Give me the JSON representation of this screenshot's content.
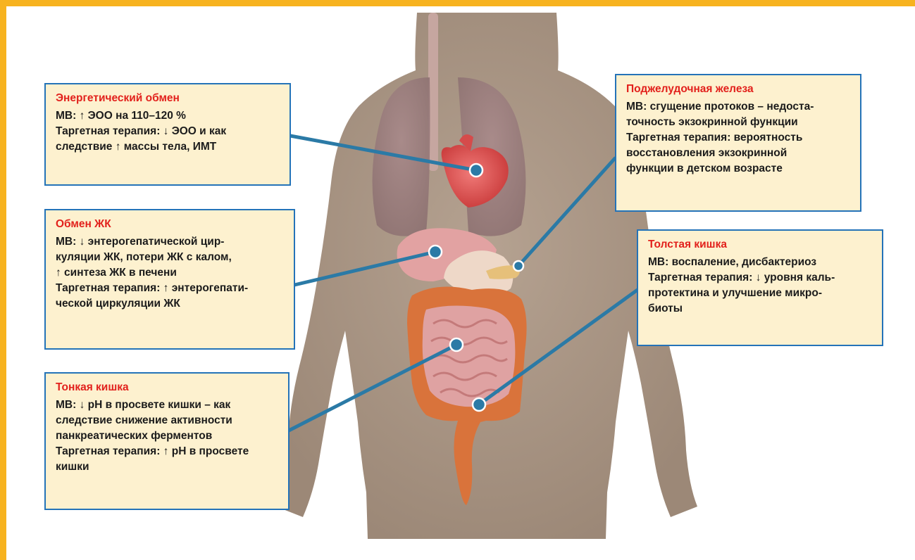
{
  "colors": {
    "frame": "#f7b31f",
    "box_fill": "#fdf1cf",
    "box_border": "#2473b8",
    "title": "#e2211c",
    "leader": "#2b7aa6",
    "skin": "#a89383"
  },
  "illustration": {
    "icon": "human-body-organs-illustration"
  },
  "boxes": {
    "energy": {
      "title": "Энергетический обмен",
      "text": "МВ: ↑ ЭОО на 110–120 %\nТаргетная терапия: ↓ ЭОО и как\nследствие ↑ массы тела, ИМТ"
    },
    "bile": {
      "title": "Обмен ЖК",
      "text": "МВ: ↓ энтерогепатической цир-\nкуляции ЖК, потери ЖК с калом,\n↑ синтеза ЖК в печени\nТаргетная терапия: ↑ энтерогепати-\nческой циркуляции ЖК"
    },
    "small_intestine": {
      "title": "Тонкая кишка",
      "text": "МВ: ↓ pH в просвете кишки – как\nследствие снижение активности\nпанкреатических ферментов\nТаргетная терапия: ↑ pH в просвете\nкишки"
    },
    "pancreas": {
      "title": "Поджелудочная железа",
      "text": "МВ: сгущение протоков – недоста-\nточность экзокринной функции\nТаргетная терапия: вероятность\nвосстановления экзокринной\nфункции в детском возрасте"
    },
    "colon": {
      "title": "Толстая кишка",
      "text": "МВ: воспаление, дисбактериоз\nТаргетная терапия: ↓ уровня каль-\nпротектина и улучшение микро-\nбиоты"
    }
  }
}
